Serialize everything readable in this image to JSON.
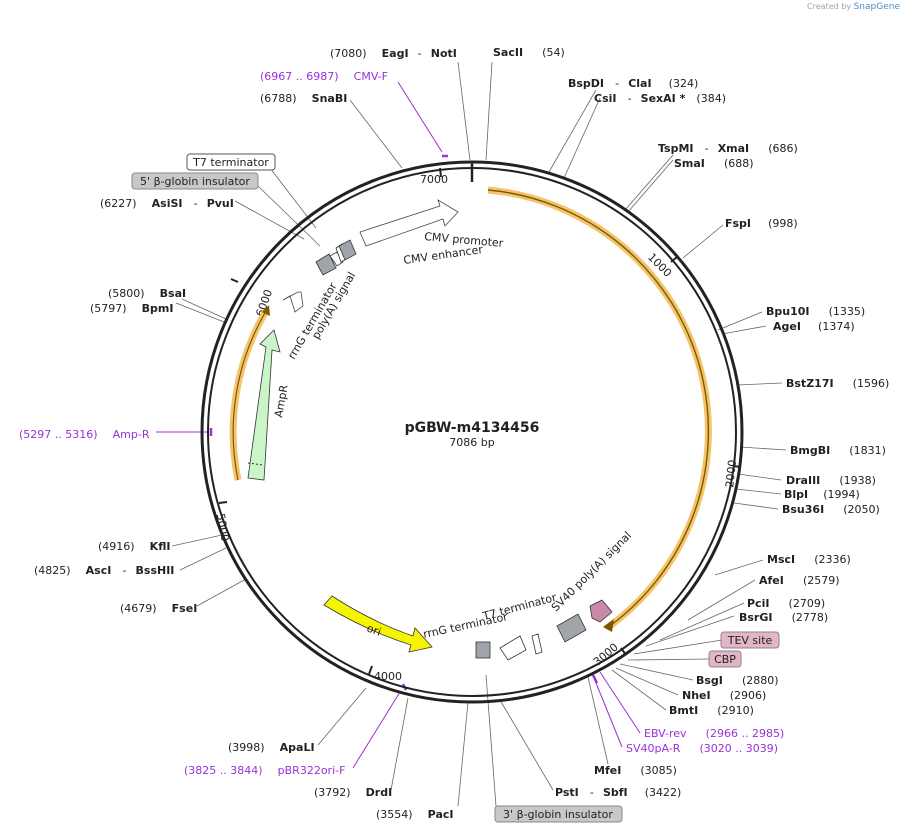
{
  "credit": {
    "prefix": "Created by",
    "brand": "SnapGene"
  },
  "plasmid": {
    "name": "pGBW-m4134456",
    "length": "7086 bp"
  },
  "ticks": [
    "1000",
    "2000",
    "3000",
    "4000",
    "5000",
    "6000",
    "7000"
  ],
  "sites": {
    "eagi": {
      "pos": "(7080)",
      "name": "EagI",
      "name2": "NotI"
    },
    "sacii": {
      "pos": "(54)",
      "name": "SacII"
    },
    "bspdi": {
      "pos": "(324)",
      "name": "BspDI",
      "name2": "ClaI"
    },
    "csii": {
      "pos": "(384)",
      "name": "CsiI",
      "name2": "SexAI *"
    },
    "tspmi": {
      "pos": "(686)",
      "name": "TspMI",
      "name2": "XmaI"
    },
    "smai": {
      "pos": "(688)",
      "name": "SmaI"
    },
    "fspi": {
      "pos": "(998)",
      "name": "FspI"
    },
    "bpu10i": {
      "pos": "(1335)",
      "name": "Bpu10I"
    },
    "agei": {
      "pos": "(1374)",
      "name": "AgeI"
    },
    "bstz17i": {
      "pos": "(1596)",
      "name": "BstZ17I"
    },
    "bmgbi": {
      "pos": "(1831)",
      "name": "BmgBI"
    },
    "draiii": {
      "pos": "(1938)",
      "name": "DraIII"
    },
    "blpi": {
      "pos": "(1994)",
      "name": "BlpI"
    },
    "bsu36i": {
      "pos": "(2050)",
      "name": "Bsu36I"
    },
    "msci": {
      "pos": "(2336)",
      "name": "MscI"
    },
    "afei": {
      "pos": "(2579)",
      "name": "AfeI"
    },
    "pcii": {
      "pos": "(2709)",
      "name": "PciI"
    },
    "bsrgi": {
      "pos": "(2778)",
      "name": "BsrGI"
    },
    "bsgi": {
      "pos": "(2880)",
      "name": "BsgI"
    },
    "nhei": {
      "pos": "(2906)",
      "name": "NheI"
    },
    "bmti": {
      "pos": "(2910)",
      "name": "BmtI"
    },
    "mfei": {
      "pos": "(3085)",
      "name": "MfeI"
    },
    "psti": {
      "pos": "(3422)",
      "name": "PstI",
      "name2": "SbfI"
    },
    "paci": {
      "pos": "(3554)",
      "name": "PacI"
    },
    "draii": {
      "pos": "(3792)",
      "name": "DrdI"
    },
    "apali": {
      "pos": "(3998)",
      "name": "ApaLI"
    },
    "fsei": {
      "pos": "(4679)",
      "name": "FseI"
    },
    "asci": {
      "pos": "(4825)",
      "name": "AscI",
      "name2": "BssHII"
    },
    "kfli": {
      "pos": "(4916)",
      "name": "KflI"
    },
    "bpmi": {
      "pos": "(5797)",
      "name": "BpmI"
    },
    "bsai": {
      "pos": "(5800)",
      "name": "BsaI"
    },
    "asisi": {
      "pos": "(6227)",
      "name": "AsiSI",
      "name2": "PvuI"
    },
    "snabi": {
      "pos": "(6788)",
      "name": "SnaBI"
    }
  },
  "primers": {
    "cmvf": {
      "range": "(6967 .. 6987)",
      "name": "CMV-F"
    },
    "ampr": {
      "range": "(5297 .. 5316)",
      "name": "Amp-R"
    },
    "ebvrev": {
      "name": "EBV-rev",
      "range": "(2966 .. 2985)"
    },
    "sv40par": {
      "name": "SV40pA-R",
      "range": "(3020 .. 3039)"
    },
    "pbr322": {
      "range": "(3825 .. 3844)",
      "name": "pBR322ori-F"
    }
  },
  "boxes": {
    "t7term_top": "T7 terminator",
    "globin5": "5' β-globin insulator",
    "tev": "TEV site",
    "cbp": "CBP",
    "globin3": "3' β-globin insulator"
  },
  "features": {
    "cmv_promoter": "CMV promoter",
    "cmv_enhancer": "CMV enhancer",
    "rrng_term_left": "rrnG terminator",
    "polya_left": "poly(A) signal",
    "ampr": "AmpR",
    "ori": "ori",
    "rrng_term_bottom": "rrnG terminator",
    "t7term_bottom": "T7 terminator",
    "sv40": "SV40 poly(A) signal"
  },
  "colors": {
    "backbone": "#222222",
    "highlight": "#f5c46a",
    "primer": "#9b30d9",
    "ampr_fill": "#c9f5c9",
    "ori_fill": "#f5f500",
    "terminator_fill": "#a0a4ab",
    "sv40_fill": "#c88aa8",
    "box_gray": "#c8c8c8",
    "box_pink": "#e3b5c8"
  }
}
